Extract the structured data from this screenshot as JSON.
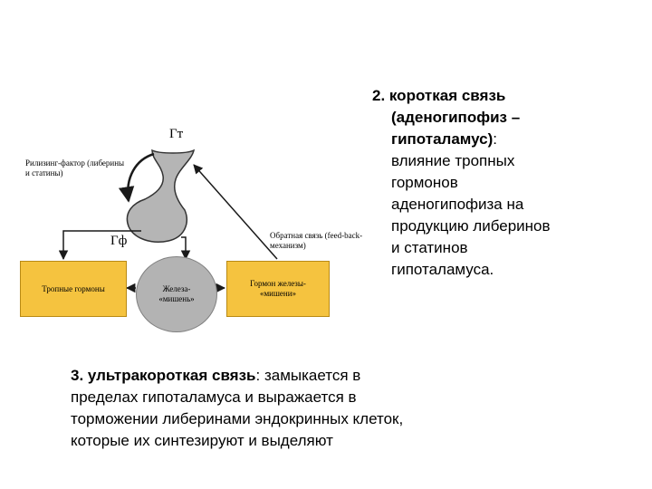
{
  "diagram": {
    "label_hypothalamus": "Гт",
    "label_pituitary": "Гф",
    "label_releasing": "Рилизинг-фактор (либерины и статины)",
    "label_feedback": "Обратная связь (feed-back-механизм)",
    "box_tropic": "Тропные гормоны",
    "circle_target": "Железа- «мишень»",
    "box_target_hormone": "Гормон железы- «мишени»",
    "colors": {
      "box_fill": "#f5c33f",
      "circle_fill": "#b3b3b3",
      "lines": "#1a1a1a"
    }
  },
  "item2": {
    "num_title": "2. короткая связь",
    "bold_line2": "(аденогипофиз –",
    "bold_line3": "гипоталамус)",
    "colon": ":",
    "lines": [
      "влияние тропных",
      "гормонов",
      "аденогипофиза на",
      "продукцию либеринов",
      "и статинов",
      "гипоталамуса."
    ]
  },
  "item3": {
    "bold": "3. ультракороткая связь",
    "rest_line1": ": замыкается в",
    "lines": [
      "пределах гипоталамуса и выражается в",
      "торможении либеринами эндокринных клеток,",
      "которые их синтезируют и выделяют"
    ]
  }
}
